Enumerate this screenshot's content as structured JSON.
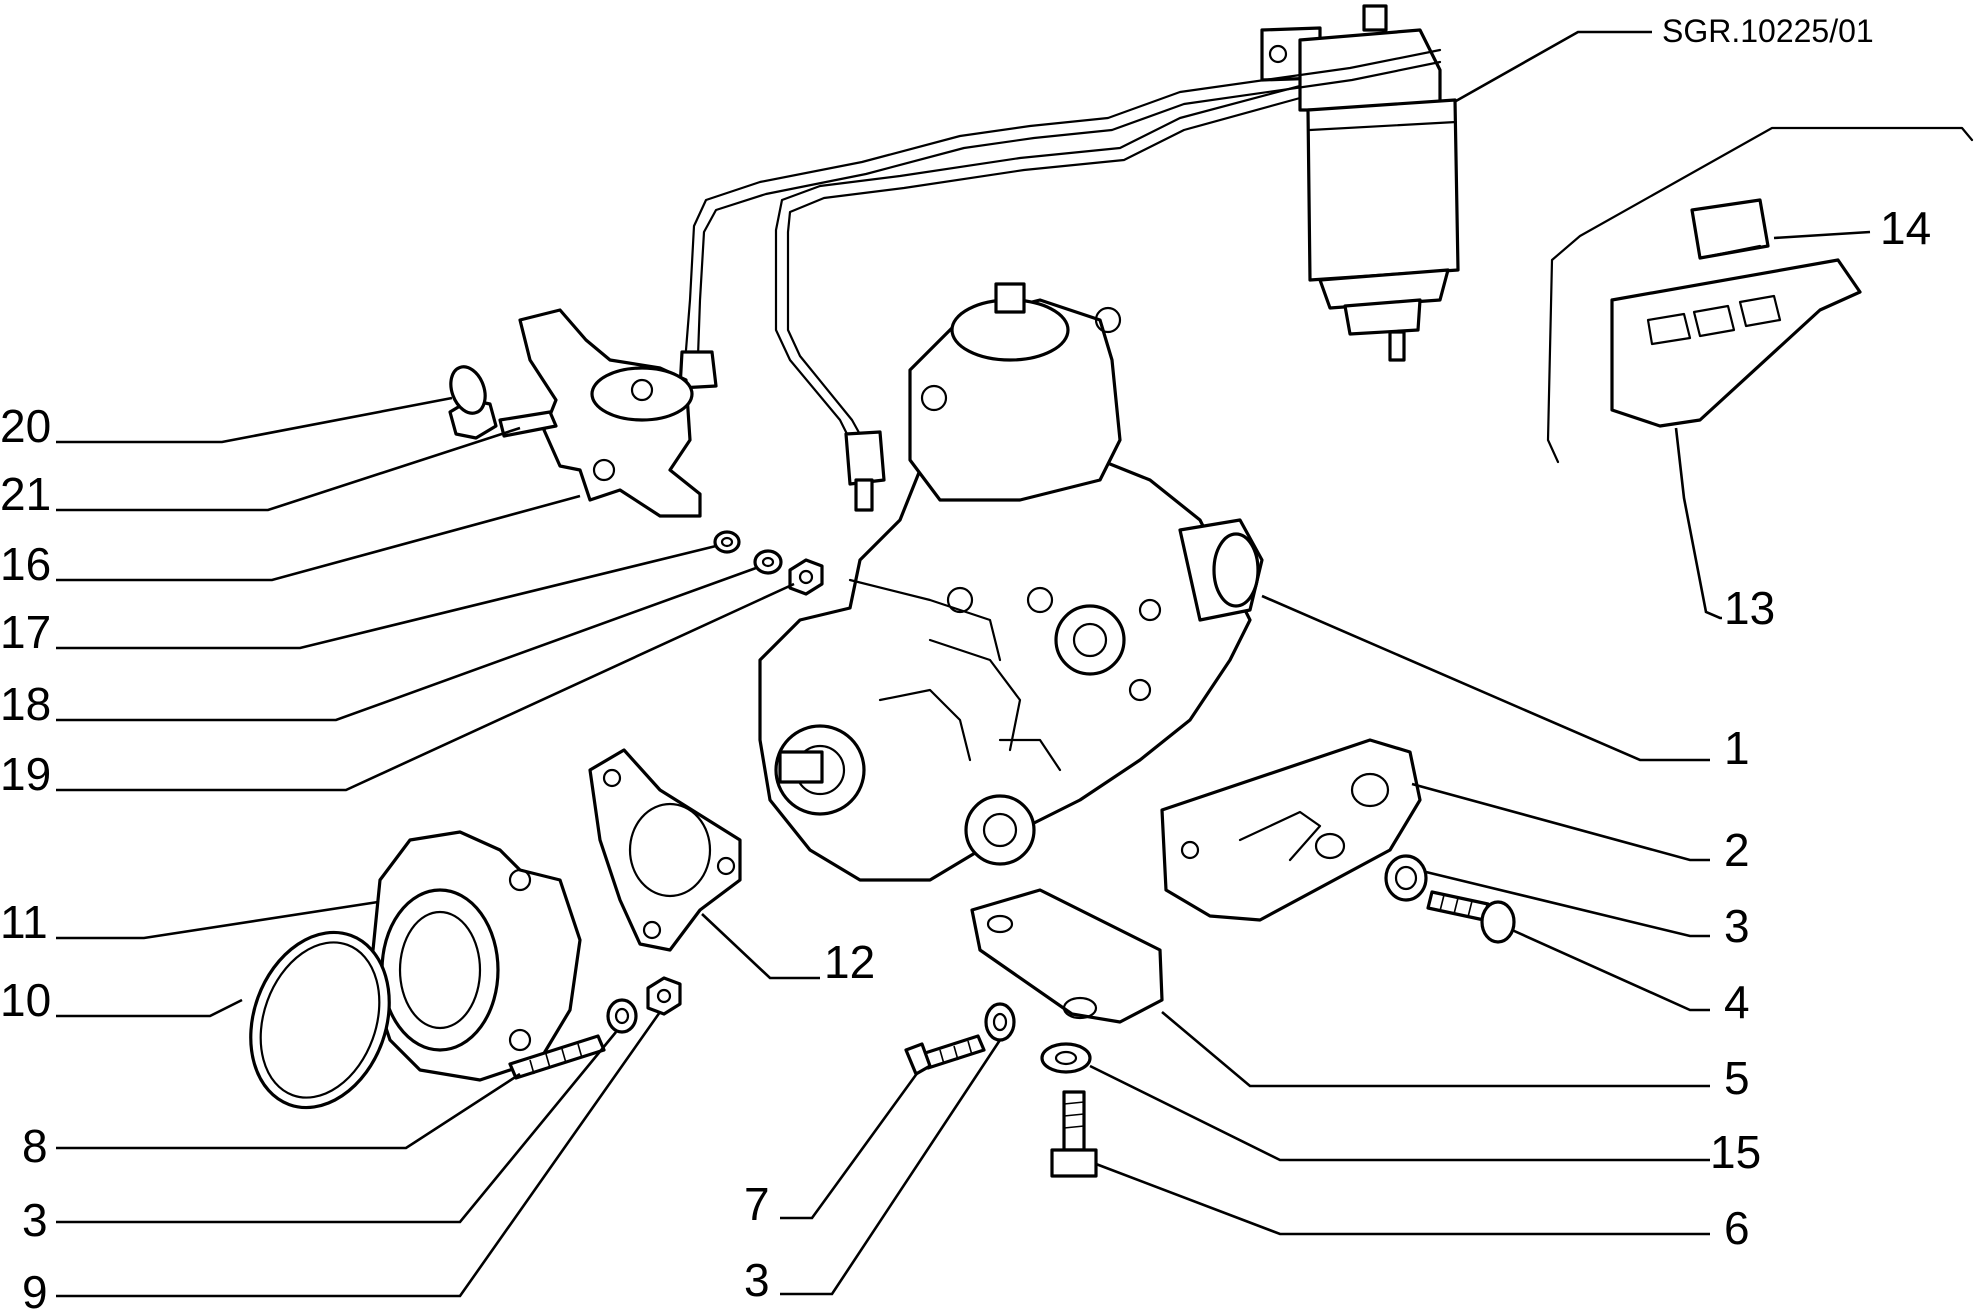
{
  "drawing_ref": "SGR.10225/01",
  "callouts": [
    {
      "id": "c20",
      "text": "20"
    },
    {
      "id": "c21",
      "text": "21"
    },
    {
      "id": "c16",
      "text": "16"
    },
    {
      "id": "c17",
      "text": "17"
    },
    {
      "id": "c18",
      "text": "18"
    },
    {
      "id": "c19",
      "text": "19"
    },
    {
      "id": "c11",
      "text": "11"
    },
    {
      "id": "c10",
      "text": "10"
    },
    {
      "id": "c8",
      "text": "8"
    },
    {
      "id": "c3a",
      "text": "3"
    },
    {
      "id": "c9",
      "text": "9"
    },
    {
      "id": "c7",
      "text": "7"
    },
    {
      "id": "c3b",
      "text": "3"
    },
    {
      "id": "c12",
      "text": "12"
    },
    {
      "id": "c14",
      "text": "14"
    },
    {
      "id": "c13",
      "text": "13"
    },
    {
      "id": "c1",
      "text": "1"
    },
    {
      "id": "c2",
      "text": "2"
    },
    {
      "id": "c3c",
      "text": "3"
    },
    {
      "id": "c4",
      "text": "4"
    },
    {
      "id": "c5",
      "text": "5"
    },
    {
      "id": "c15",
      "text": "15"
    },
    {
      "id": "c6",
      "text": "6"
    }
  ]
}
